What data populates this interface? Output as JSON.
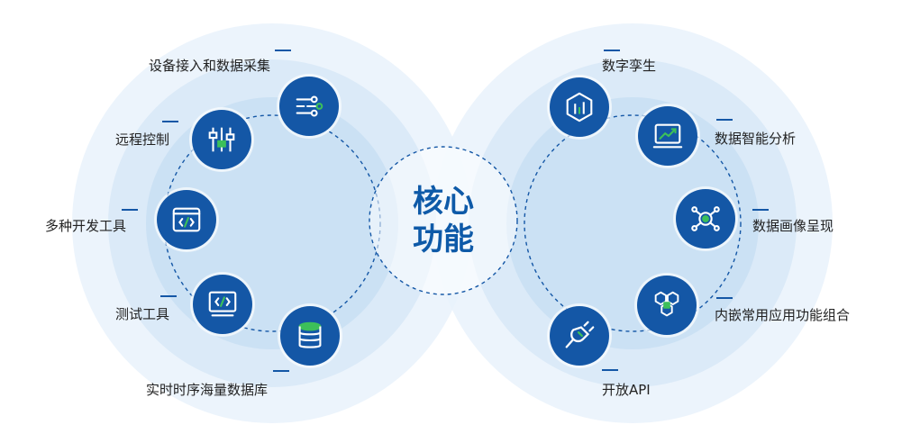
{
  "center": {
    "line1": "核心",
    "line2": "功能"
  },
  "left_features": [
    {
      "label": "设备接入和数据采集",
      "icon": "data-acquisition-icon"
    },
    {
      "label": "远程控制",
      "icon": "sliders-control-icon"
    },
    {
      "label": "多种开发工具",
      "icon": "code-window-icon"
    },
    {
      "label": "测试工具",
      "icon": "code-monitor-icon"
    },
    {
      "label": "实时时序海量数据库",
      "icon": "database-icon"
    }
  ],
  "right_features": [
    {
      "label": "数字孪生",
      "icon": "cube-chart-icon"
    },
    {
      "label": "数据智能分析",
      "icon": "trend-monitor-icon"
    },
    {
      "label": "数据画像呈现",
      "icon": "target-network-icon"
    },
    {
      "label": "内嵌常用应用功能组合",
      "icon": "hexagon-cluster-icon"
    },
    {
      "label": "开放API",
      "icon": "plug-icon"
    }
  ],
  "colors": {
    "primary": "#1457a6",
    "accent": "#3cc05a",
    "ring_outer": "#e9f2fb",
    "ring_inner": "#cfe3f6"
  }
}
